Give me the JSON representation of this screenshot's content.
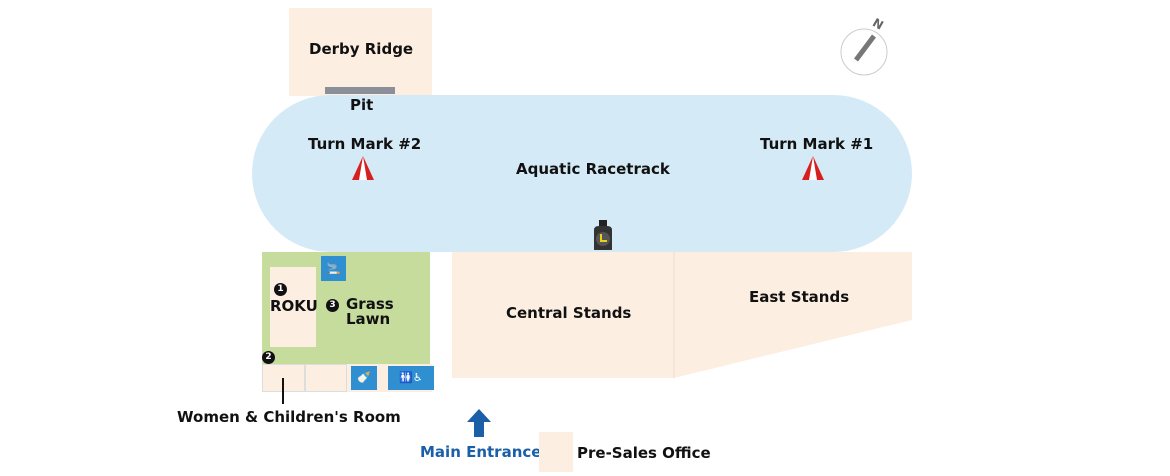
{
  "areas": {
    "derby_ridge": "Derby Ridge",
    "pit": "Pit",
    "turn2": "Turn Mark #2",
    "turn1": "Turn Mark #1",
    "racetrack": "Aquatic Racetrack",
    "central": "Central Stands",
    "east": "East Stands",
    "roku": "ROKU",
    "grass": "Grass Lawn",
    "women": "Women & Children's Room",
    "entrance": "Main Entrance",
    "presales": "Pre-Sales Office",
    "compass_n": "N"
  },
  "markers": {
    "m1": "1",
    "m2": "2",
    "m3": "3"
  },
  "colors": {
    "track": "#d5eaf7",
    "lawn": "#c5dc9c",
    "building": "#fdeee2",
    "icon": "#2f8fd0",
    "entrance": "#1a5fa8"
  }
}
